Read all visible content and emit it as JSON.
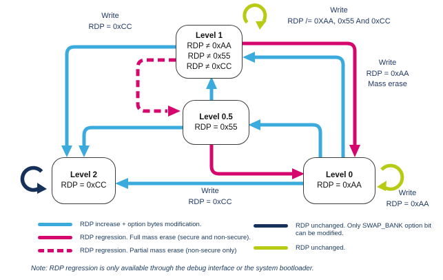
{
  "colors": {
    "rdp_increase_blue": "#3BABDE",
    "rdp_regression_pink": "#D5076E",
    "rdp_unchanged_navy": "#16325B",
    "rdp_unchanged_green": "#B7CB15",
    "label_text": "#1F3864",
    "node_border": "#3c3c3c"
  },
  "nodes": [
    {
      "title": "Level 1",
      "lines": [
        "RDP ≠ 0xAA",
        "RDP ≠ 0x55",
        "RDP ≠ 0xCC"
      ]
    },
    {
      "title": "Level 0.5",
      "lines": [
        "RDP = 0x55"
      ]
    },
    {
      "title": "Level 2",
      "lines": [
        "RDP = 0xCC"
      ]
    },
    {
      "title": "Level 0",
      "lines": [
        "RDP = 0xAA"
      ]
    }
  ],
  "edge_labels": {
    "level1_to_level2": [
      "Write",
      "RDP = 0xCC"
    ],
    "level1_self": [
      "Write",
      "RDP /= 0XAA, 0x55 And 0xCC"
    ],
    "level1_to_level0": [
      "Write",
      "RDP = 0xAA",
      "Mass erase"
    ],
    "level0_to_level2": [
      "Write",
      "RDP = 0xCC"
    ],
    "level0_self": [
      "Write",
      "RDP = 0xAA"
    ]
  },
  "legend": {
    "left": [
      {
        "label": "RDP increase + option bytes modification.",
        "style": "solid",
        "color": "#3BABDE"
      },
      {
        "label": "RDP regression. Full mass erase (secure and non-secure).",
        "style": "solid",
        "color": "#D5076E"
      },
      {
        "label": "RDP regression. Partial mass erase (non-secure only)",
        "style": "dashed",
        "color": "#D5076E"
      }
    ],
    "right": [
      {
        "label": "RDP unchanged. Only SWAP_BANK option bit can be modified.",
        "style": "solid",
        "color": "#16325B"
      },
      {
        "label": "RDP unchanged.",
        "style": "solid",
        "color": "#B7CB15"
      }
    ]
  },
  "note": "Note: RDP regression is only available through the debug interface or the system bootloader."
}
